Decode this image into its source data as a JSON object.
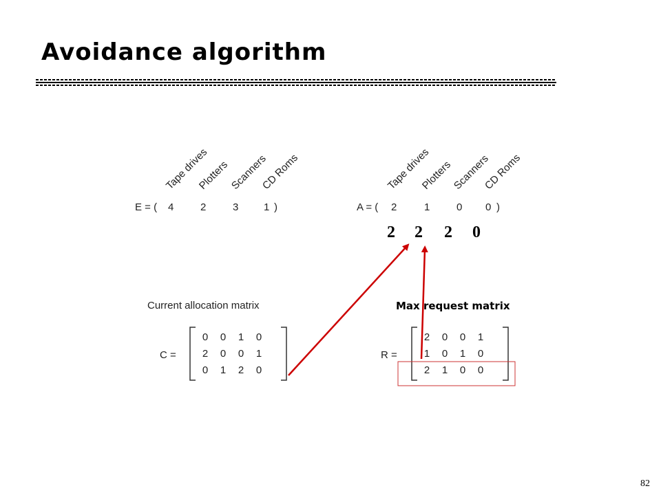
{
  "slide": {
    "title": "Avoidance algorithm",
    "page_number": "82"
  },
  "resource_headers": [
    "Tape drives",
    "Plotters",
    "Scanners",
    "CD Roms"
  ],
  "existing": {
    "prefix": "E = (",
    "values": [
      "4",
      "2",
      "3",
      "1"
    ],
    "suffix": ")"
  },
  "available": {
    "prefix": "A = (",
    "values": [
      "2",
      "1",
      "0",
      "0"
    ],
    "suffix": ")"
  },
  "available_after": [
    "2",
    "2",
    "2",
    "0"
  ],
  "current_allocation": {
    "title": "Current allocation matrix",
    "name": "C =",
    "rows": [
      [
        "0",
        "0",
        "1",
        "0"
      ],
      [
        "2",
        "0",
        "0",
        "1"
      ],
      [
        "0",
        "1",
        "2",
        "0"
      ]
    ]
  },
  "max_request": {
    "title": "Max request matrix",
    "name": "R =",
    "rows": [
      [
        "2",
        "0",
        "0",
        "1"
      ],
      [
        "1",
        "0",
        "1",
        "0"
      ],
      [
        "2",
        "1",
        "0",
        "0"
      ]
    ]
  },
  "colors": {
    "arrow": "#cc0000",
    "highlight_box": "#cc3333",
    "title_rule": "#000000"
  }
}
